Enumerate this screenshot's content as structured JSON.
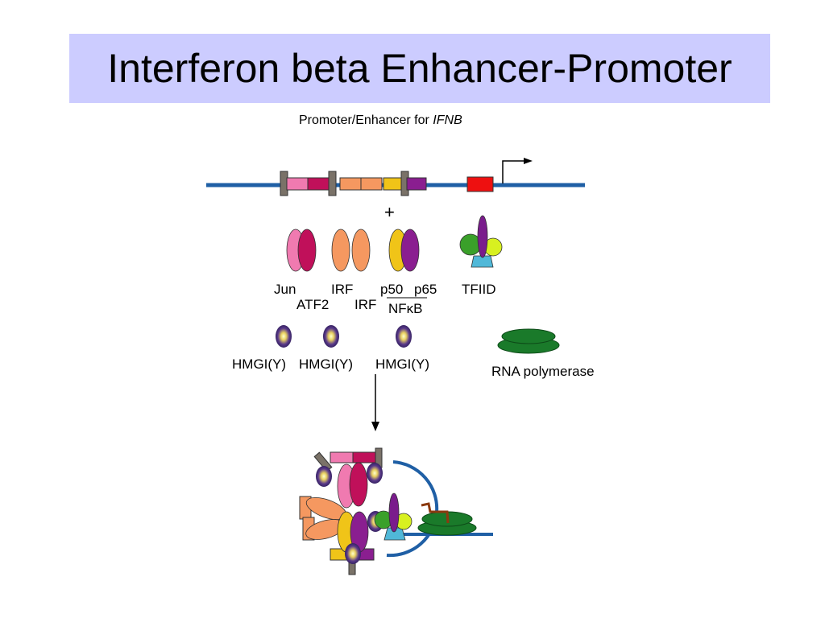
{
  "title": "Interferon beta Enhancer-Promoter",
  "subtitle_prefix": "Promoter/Enhancer for ",
  "subtitle_gene": "IFNB",
  "plus_sign": "+",
  "labels": {
    "jun": "Jun",
    "atf2": "ATF2",
    "irf1": "IRF",
    "irf2": "IRF",
    "p50": "p50",
    "p65": "p65",
    "nfkb": "NFκB",
    "tfiid": "TFIID",
    "hmgi1": "HMGI(Y)",
    "hmgi2": "HMGI(Y)",
    "hmgi3": "HMGI(Y)",
    "rnapol": "RNA polymerase"
  },
  "colors": {
    "title_bg": "#ccccff",
    "dna": "#1f5fa5",
    "jun": "#f07ab0",
    "atf2": "#c0105a",
    "irf": "#f59860",
    "p50": "#f0c418",
    "p65": "#8a1e90",
    "tfiid_green": "#3aa02a",
    "tfiid_yellow": "#d8f020",
    "tfiid_purple": "#7a1c8c",
    "tfiid_cyan": "#50b8d8",
    "promoter_red": "#ee1010",
    "hmg_purple": "#3a1f6a",
    "rnapol": "#1a7a2a",
    "bracket_gray": "#7a7268",
    "rna_brown": "#8b3a10"
  }
}
